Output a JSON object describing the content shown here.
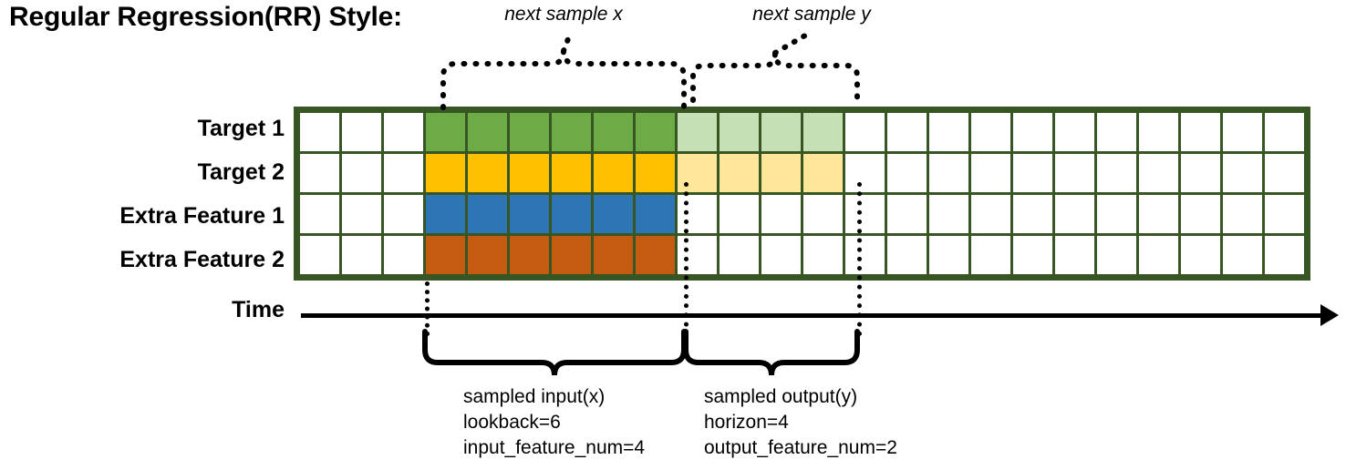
{
  "title": "Regular Regression(RR) Style:",
  "rows": [
    {
      "label": "Target 1",
      "color_key": "green"
    },
    {
      "label": "Target 2",
      "color_key": "amber"
    },
    {
      "label": "Extra Feature 1",
      "color_key": "blue"
    },
    {
      "label": "Extra Feature 2",
      "color_key": "orange"
    }
  ],
  "grid": {
    "total_columns": 24,
    "lead_blank_columns": 3,
    "input_columns": 6,
    "output_columns": 4,
    "trailing_blank_columns": 11
  },
  "colors": {
    "border": "#375623",
    "blank": "#ffffff",
    "green": "#6DAB46",
    "amber": "#FFC000",
    "blue": "#2E75B6",
    "orange": "#C55A11",
    "green_light": "#C5E0B4",
    "amber_light": "#FFE699",
    "ink": "#000000"
  },
  "axis": {
    "label": "Time"
  },
  "top_notes": [
    {
      "text": "next sample x"
    },
    {
      "text": "next sample y"
    }
  ],
  "bottom_notes": [
    {
      "line1": "sampled input(x)",
      "line2": "lookback=6",
      "line3": "input_feature_num=4"
    },
    {
      "line1": "sampled output(y)",
      "line2": "horizon=4",
      "line3": "output_feature_num=2"
    }
  ]
}
